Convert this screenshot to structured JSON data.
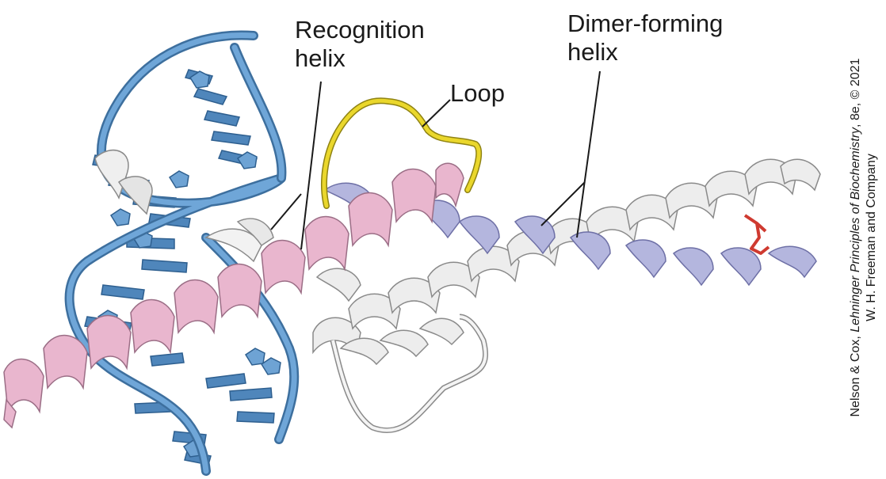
{
  "labels": {
    "recognition_line1": "Recognition",
    "recognition_line2": "helix",
    "loop": "Loop",
    "dimer_line1": "Dimer-forming",
    "dimer_line2": "helix"
  },
  "credit": {
    "authors": "Nelson & Cox, ",
    "book": "Lehninger Principles of Biochemistry",
    "edition": ", 8e, © 2021",
    "publisher": "W. H. Freeman and Company"
  },
  "colors": {
    "dna": "#5b93c7",
    "recognition_helix": "#e7b3cc",
    "loop": "#e2d22a",
    "dimer_helix_purple": "#b1b4dc",
    "white_helix": "#ececec",
    "side_chain": "#cc3b33"
  }
}
